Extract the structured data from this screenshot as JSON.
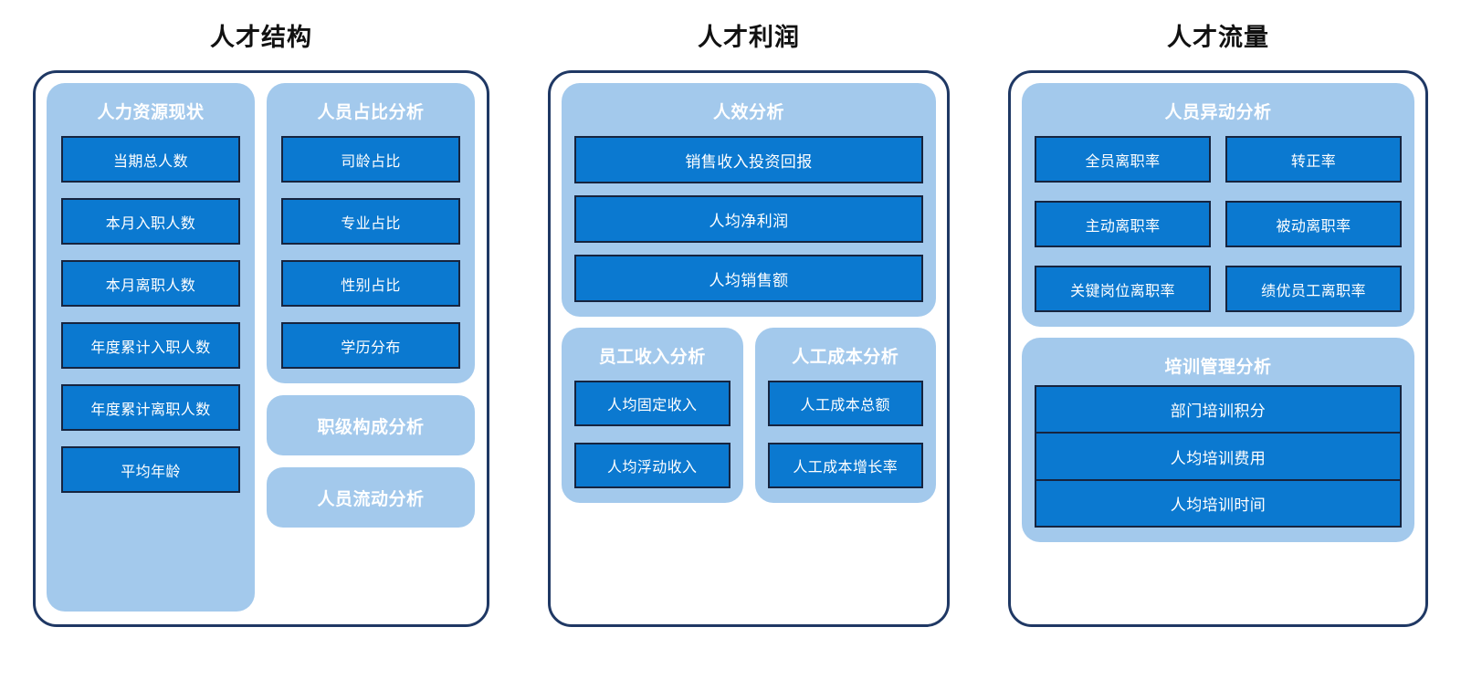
{
  "theme": {
    "shell_border": "#1F3864",
    "panel_bg": "#A3C9EC",
    "box_bg": "#0B79D0",
    "box_border": "#16243F",
    "title_color": "#111111",
    "panel_text": "#FFFFFF"
  },
  "columns": [
    {
      "id": "talent-structure",
      "title": "人才结构",
      "left_panel": {
        "title": "人力资源现状",
        "items": [
          "当期总人数",
          "本月入职人数",
          "本月离职人数",
          "年度累计入职人数",
          "年度累计离职人数",
          "平均年龄"
        ]
      },
      "right_panel": {
        "title": "人员占比分析",
        "items": [
          "司龄占比",
          "专业占比",
          "性别占比",
          "学历分布"
        ]
      },
      "chips": [
        "职级构成分析",
        "人员流动分析"
      ]
    },
    {
      "id": "talent-profit",
      "title": "人才利润",
      "top_panel": {
        "title": "人效分析",
        "items": [
          "销售收入投资回报",
          "人均净利润",
          "人均销售额"
        ]
      },
      "sub_panels": [
        {
          "title": "员工收入分析",
          "items": [
            "人均固定收入",
            "人均浮动收入"
          ]
        },
        {
          "title": "人工成本分析",
          "items": [
            "人工成本总额",
            "人工成本增长率"
          ]
        }
      ]
    },
    {
      "id": "talent-flow",
      "title": "人才流量",
      "top_panel": {
        "title": "人员异动分析",
        "items": [
          "全员离职率",
          "转正率",
          "主动离职率",
          "被动离职率",
          "关键岗位离职率",
          "绩优员工离职率"
        ]
      },
      "bottom_panel": {
        "title": "培训管理分析",
        "items": [
          "部门培训积分",
          "人均培训费用",
          "人均培训时间"
        ]
      }
    }
  ]
}
